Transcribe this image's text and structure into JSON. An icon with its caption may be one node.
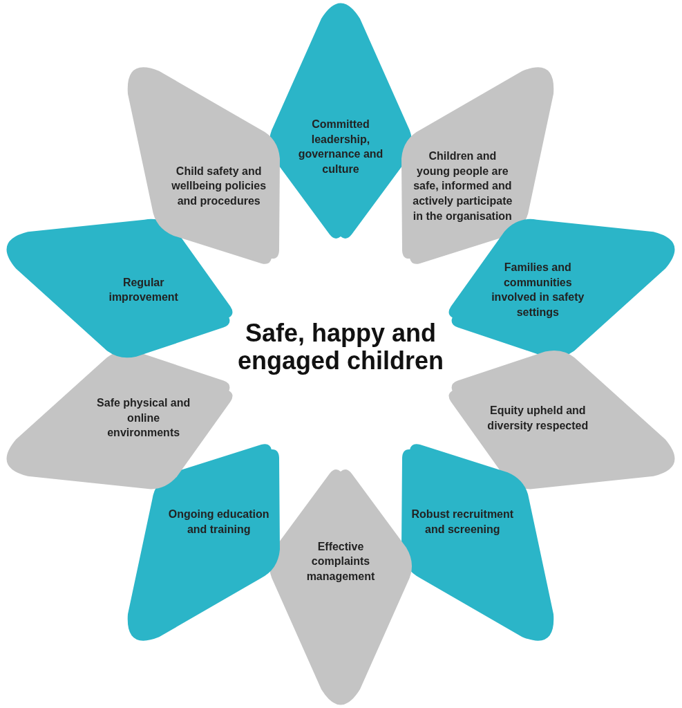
{
  "diagram": {
    "title": "Safe, happy and engaged children",
    "nodes": [
      {
        "text": [
          "Committed leadership, governance and culture"
        ]
      },
      {
        "text": [
          "Children and young people are safe, informed and actively participate in the organisation"
        ]
      },
      {
        "text": [
          "Families and communities involved in safety settings"
        ]
      },
      {
        "text": [
          "Equity upheld and diversity respected"
        ]
      },
      {
        "text": [
          "Robust recruitment and screening"
        ]
      },
      {
        "text": [
          "Effective complaints management"
        ]
      },
      {
        "text": [
          "Ongoing education and training"
        ]
      },
      {
        "text": [
          "Safe physical and online environments"
        ]
      },
      {
        "text": [
          "Regular improvement"
        ]
      },
      {
        "text": [
          "Child safety and wellbeing policies and procedures"
        ]
      }
    ]
  }
}
